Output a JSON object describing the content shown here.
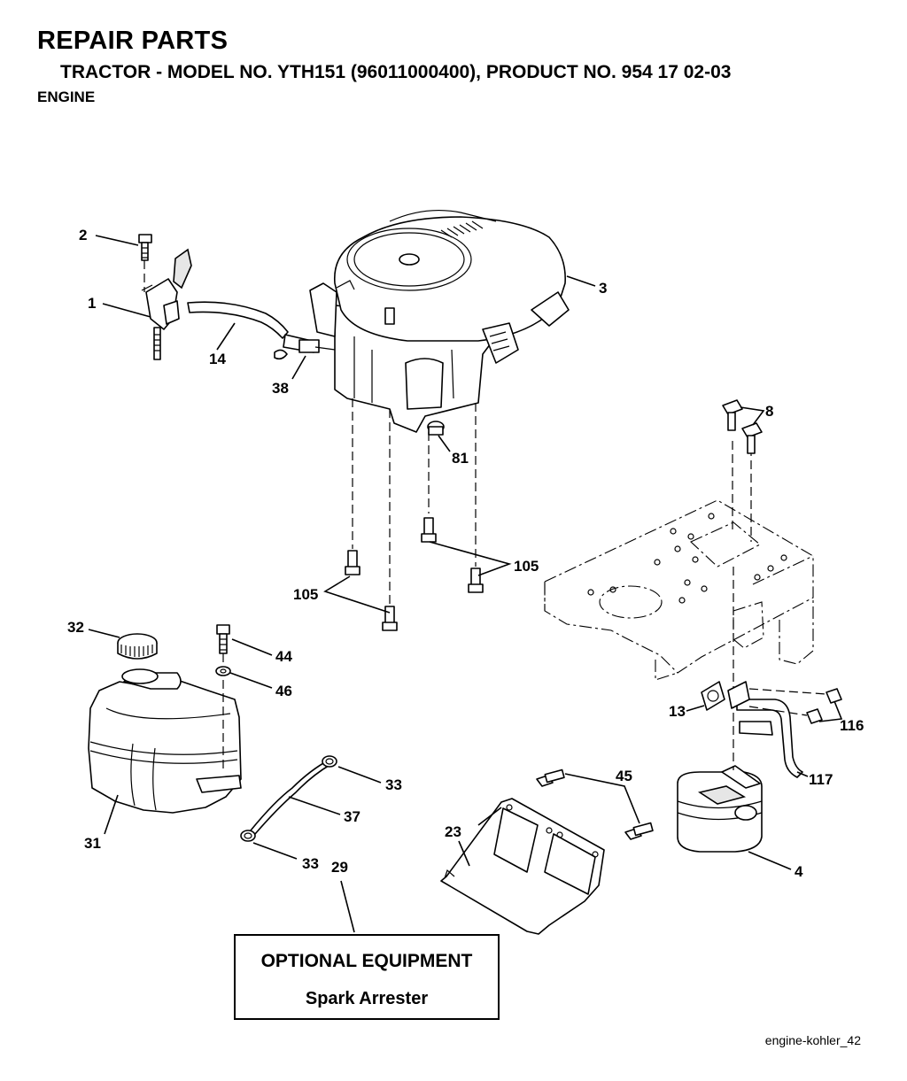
{
  "header": {
    "title": "REPAIR PARTS",
    "subtitle": "TRACTOR - MODEL NO. YTH151 (96011000400), PRODUCT NO. 954 17 02-03",
    "section": "ENGINE"
  },
  "callouts": {
    "c1": "1",
    "c2": "2",
    "c3": "3",
    "c4": "4",
    "c8": "8",
    "c13": "13",
    "c14": "14",
    "c23": "23",
    "c29": "29",
    "c31": "31",
    "c32": "32",
    "c33a": "33",
    "c33b": "33",
    "c37": "37",
    "c38": "38",
    "c44": "44",
    "c45": "45",
    "c46": "46",
    "c81": "81",
    "c105a": "105",
    "c105b": "105",
    "c116": "116",
    "c117": "117"
  },
  "optional_box": {
    "line1": "OPTIONAL EQUIPMENT",
    "line2": "Spark Arrester"
  },
  "footer": {
    "code": "engine-kohler_42"
  }
}
